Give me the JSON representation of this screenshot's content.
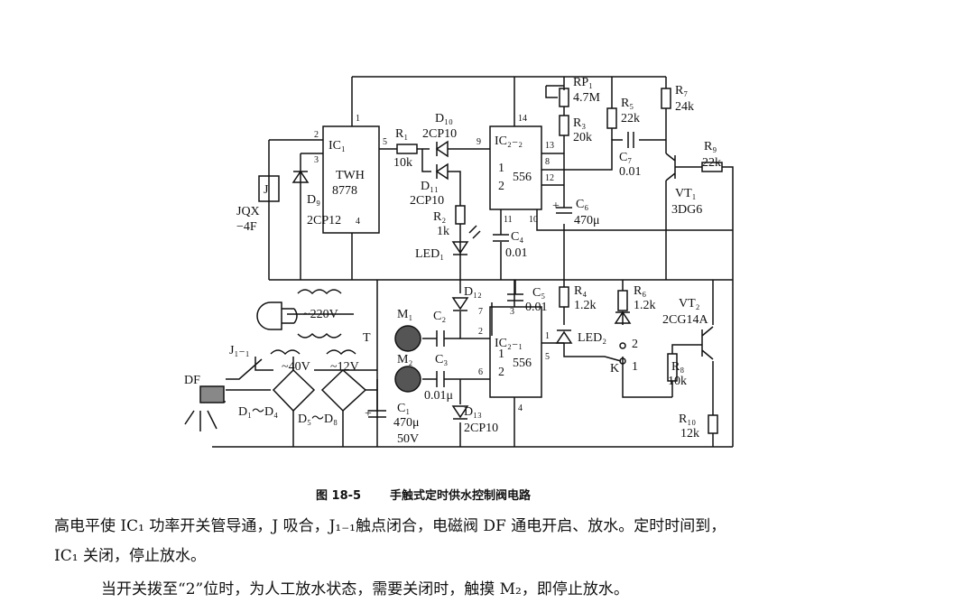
{
  "components": {
    "ic1_ref": "IC₁",
    "ic1_part1": "TWH",
    "ic1_part2": "8778",
    "ic1_pins": [
      "1",
      "2",
      "3",
      "4",
      "5"
    ],
    "ic22_ref": "IC₂₋₂",
    "ic22_frac_num": "1",
    "ic22_frac_den": "2",
    "ic22_part": "556",
    "ic22_pins": [
      "14",
      "13",
      "8",
      "12",
      "9",
      "11",
      "10"
    ],
    "ic21_ref": "IC₂₋₁",
    "ic21_frac_num": "1",
    "ic21_frac_den": "2",
    "ic21_part": "556",
    "ic21_pins": [
      "7",
      "3",
      "2",
      "6",
      "1",
      "5",
      "4"
    ],
    "relay": "J",
    "relay_model1": "JQX",
    "relay_model2": "−4F",
    "d9": "D₉",
    "d9_part": "2CP12",
    "r1": "R₁",
    "r1_val": "10k",
    "d10": "D₁₀",
    "d10_part": "2CP10",
    "d11": "D₁₁",
    "d11_part": "2CP10",
    "r2": "R₂",
    "r2_val": "1k",
    "led1": "LED₁",
    "rp1": "RP₁",
    "rp1_val": "4.7M",
    "r3": "R₃",
    "r3_val": "20k",
    "r5": "R₅",
    "r5_val": "22k",
    "r7": "R₇",
    "r7_val": "24k",
    "c7": "C₇",
    "c7_val": "0.01",
    "r9": "R₉",
    "r9_val": "22k",
    "vt1": "VT₁",
    "vt1_part": "3DG6",
    "c6": "C₆",
    "c6_val": "470μ",
    "c4": "C₄",
    "c4_val": "0.01",
    "d12": "D₁₂",
    "c5": "C₅",
    "c5_val": "0.01",
    "r4": "R₄",
    "r4_val": "1.2k",
    "r6": "R₆",
    "r6_val": "1.2k",
    "vt2": "VT₂",
    "vt2_part": "2CG14A",
    "led2": "LED₂",
    "switch": "K",
    "sw_pos1": "1",
    "sw_pos2": "2",
    "r8": "R₈",
    "r8_val": "10k",
    "r10": "R₁₀",
    "r10_val": "12k",
    "m1": "M₁",
    "m2": "M₂",
    "c2": "C₂",
    "c3": "C₃",
    "c3_val": "0.01μ",
    "d13": "D₁₃",
    "d13_part": "2CP10",
    "c1": "C₁",
    "c1_val": "470μ",
    "c1_volt": "50V",
    "mains": "~220V",
    "transformer": "T",
    "contact": "J₁₋₁",
    "valve": "DF",
    "sec1": "~40V",
    "sec2": "~12V",
    "bridge1": "D₁～D₄",
    "bridge2": "D₅～D₈",
    "plus": "+"
  },
  "caption": {
    "figure_no": "图 18-5",
    "title": "手触式定时供水控制阀电路"
  },
  "text": {
    "line1": "高电平使 IC₁ 功率开关管导通，J 吸合，J₁₋₁触点闭合，电磁阀 DF 通电开启、放水。定时时间到，",
    "line2": "IC₁ 关闭，停止放水。",
    "line3": "当开关拨至“2”位时，为人工放水状态，需要关闭时，触摸 M₂，即停止放水。"
  }
}
